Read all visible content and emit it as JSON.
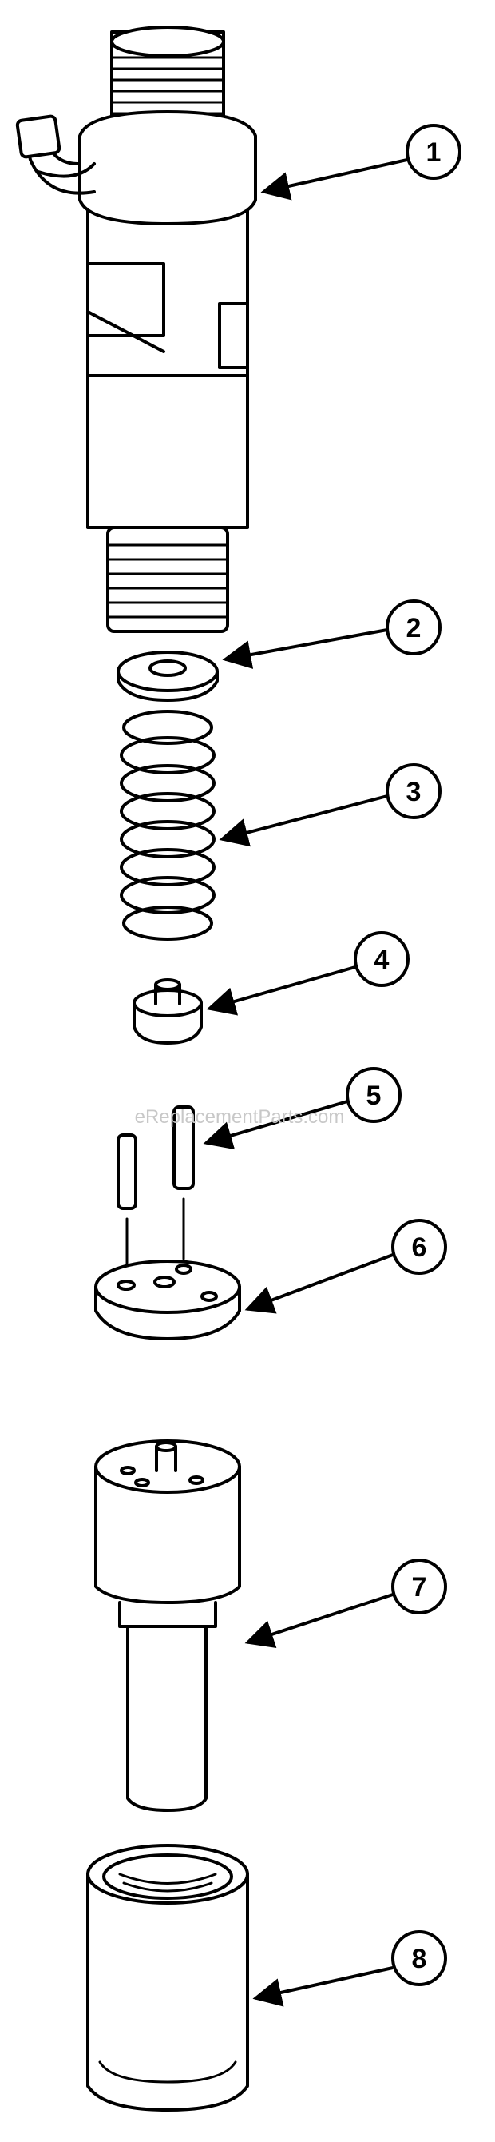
{
  "watermark": "eReplacementParts.com",
  "callouts": [
    {
      "number": "1",
      "part": "injector-body"
    },
    {
      "number": "2",
      "part": "washer"
    },
    {
      "number": "3",
      "part": "spring"
    },
    {
      "number": "4",
      "part": "spring-seat"
    },
    {
      "number": "5",
      "part": "dowel-pins"
    },
    {
      "number": "6",
      "part": "spacer-plate"
    },
    {
      "number": "7",
      "part": "nozzle"
    },
    {
      "number": "8",
      "part": "nozzle-nut"
    }
  ]
}
